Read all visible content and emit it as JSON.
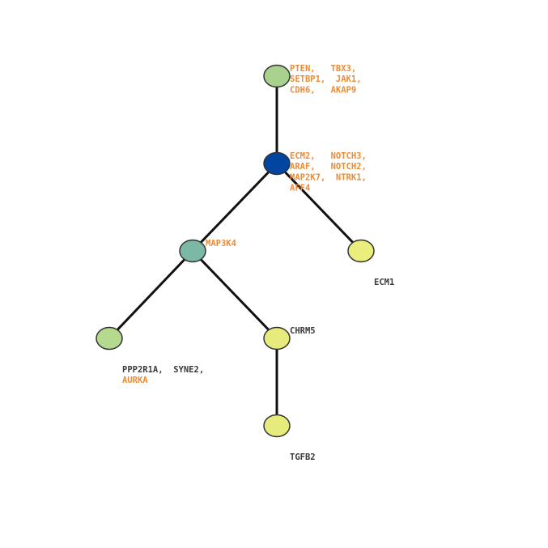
{
  "colors": {
    "orange": "#ef8a34",
    "dark": "#3a3a3a",
    "edge": "#111111",
    "stroke": "#333333"
  },
  "nodes": [
    {
      "id": "n1",
      "fill": "#a9d18e",
      "label": [
        [
          {
            "t": "PTEN,   ",
            "c": "orange"
          },
          {
            "t": "TBX3,",
            "c": "orange"
          }
        ],
        [
          {
            "t": "SETBP1,  ",
            "c": "orange"
          },
          {
            "t": "JAK1,",
            "c": "orange"
          }
        ],
        [
          {
            "t": "CDH6,   ",
            "c": "orange"
          },
          {
            "t": "AKAP9",
            "c": "orange"
          }
        ]
      ]
    },
    {
      "id": "n2",
      "fill": "#0046a1",
      "label": [
        [
          {
            "t": "ECM2,   ",
            "c": "orange"
          },
          {
            "t": "NOTCH3,",
            "c": "orange"
          }
        ],
        [
          {
            "t": "ARAF,   ",
            "c": "orange"
          },
          {
            "t": "NOTCH2,",
            "c": "orange"
          }
        ],
        [
          {
            "t": "MAP2K7,  ",
            "c": "orange"
          },
          {
            "t": "NTRK1,",
            "c": "orange"
          }
        ],
        [
          {
            "t": "AFF4",
            "c": "orange"
          }
        ]
      ]
    },
    {
      "id": "n3",
      "fill": "#7bb9a6",
      "label": [
        [
          {
            "t": "MAP3K4",
            "c": "orange"
          }
        ]
      ]
    },
    {
      "id": "n4",
      "fill": "#e9ef7a",
      "label": [
        [
          {
            "t": "ECM1",
            "c": "dark"
          }
        ]
      ]
    },
    {
      "id": "n5",
      "fill": "#b4d98f",
      "label": [
        [
          {
            "t": "PPP2R1A,  ",
            "c": "dark"
          },
          {
            "t": "SYNE2,",
            "c": "dark"
          }
        ],
        [
          {
            "t": "AURKA",
            "c": "orange"
          }
        ]
      ]
    },
    {
      "id": "n6",
      "fill": "#e6eb7b",
      "label": [
        [
          {
            "t": "CHRM5",
            "c": "dark"
          }
        ]
      ]
    },
    {
      "id": "n7",
      "fill": "#e6eb7b",
      "label": [
        [
          {
            "t": "TGFB2",
            "c": "dark"
          }
        ]
      ]
    }
  ],
  "edges": [
    [
      "n1",
      "n2"
    ],
    [
      "n2",
      "n3"
    ],
    [
      "n2",
      "n4"
    ],
    [
      "n3",
      "n5"
    ],
    [
      "n3",
      "n6"
    ],
    [
      "n6",
      "n7"
    ]
  ]
}
